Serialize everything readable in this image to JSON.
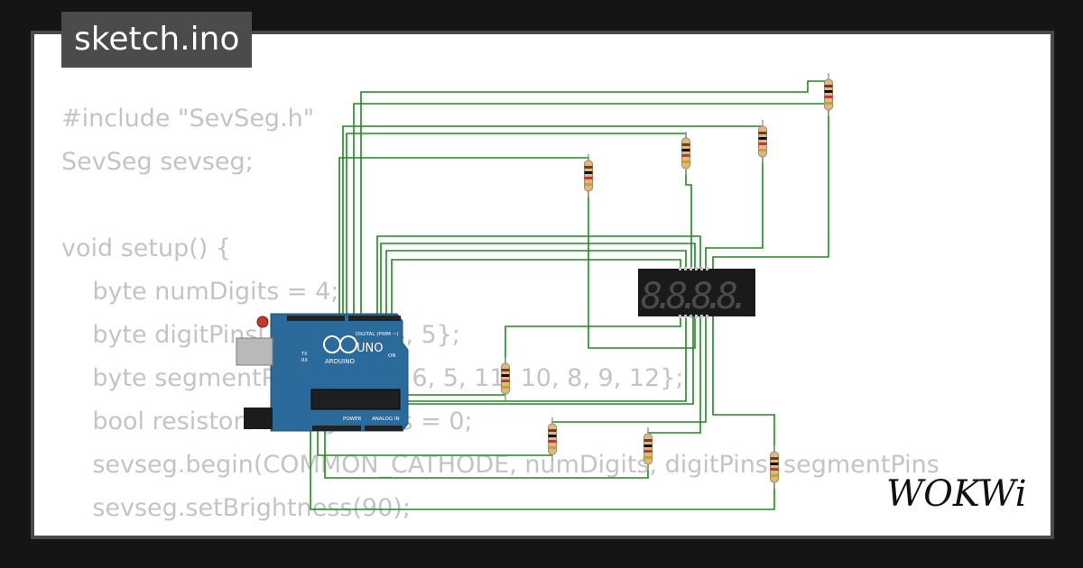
{
  "file_tab": {
    "title": "sketch.ino"
  },
  "code_lines": [
    "#include \"SevSeg.h\"",
    "SevSeg sevseg;",
    "",
    "void setup() {",
    "    byte numDigits = 4;",
    "    byte digitPins[] = {2, 3, 4, 5};",
    "    byte segmentPins[] = {7, 6, 5, 11, 10, 8, 9, 12};",
    "    bool resistorsOnSegments = 0;",
    "    sevseg.begin(COMMON_CATHODE, numDigits, digitPins, segmentPins",
    "    sevseg.setBrightness(90);",
    "}"
  ],
  "arduino": {
    "brand": "ARDUINO",
    "model": "UNO",
    "digital_label": "DIGITAL (PWM ~)",
    "power_label": "POWER",
    "analog_label": "ANALOG IN",
    "on_label": "ON",
    "tx_label": "TX",
    "rx_label": "RX"
  },
  "display": {
    "digits": "8.8.8.8."
  },
  "logo": {
    "text": "WOKWi"
  },
  "colors": {
    "wire": "#1f8a1f",
    "board": "#2b6b9c",
    "display_bg": "#1a1a1a",
    "segment_off": "#4a4a4a"
  }
}
